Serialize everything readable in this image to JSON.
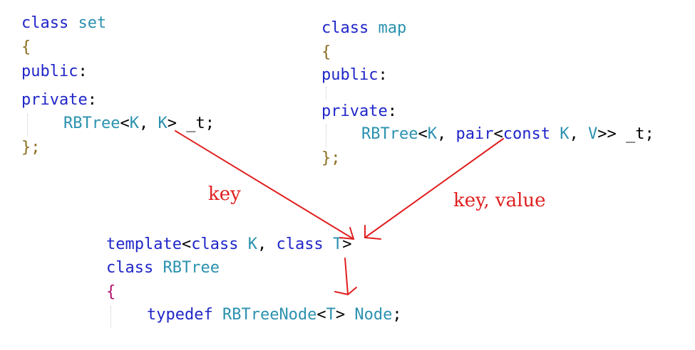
{
  "set_block": {
    "l1_kw": "class",
    "l1_name": "set",
    "l2_brace": "{",
    "l3": "public",
    "l4": "private",
    "l5_type": "RBTree",
    "l5_p1": "K",
    "l5_p2": "K",
    "l5_var": "_t;",
    "l6": "};"
  },
  "map_block": {
    "l1_kw": "class",
    "l1_name": "map",
    "l2_brace": "{",
    "l3": "public",
    "l4": "private",
    "l5_type": "RBTree",
    "l5_p1": "K",
    "l5_pair": "pair",
    "l5_const": "const",
    "l5_p2": "K",
    "l5_p3": "V",
    "l5_var": "_t;",
    "l6": "};"
  },
  "rbtree_block": {
    "l1_template": "template",
    "l1_class1": "class",
    "l1_p1": "K",
    "l1_class2": "class",
    "l1_p2": "T",
    "l2_kw": "class",
    "l2_name": "RBTree",
    "l3_brace": "{",
    "l4_kw": "typedef",
    "l4_type": "RBTreeNode",
    "l4_param": "T",
    "l4_alias": "Node"
  },
  "annotations": {
    "set_label": "key",
    "map_label": "key, value"
  },
  "colors": {
    "keyword": "#1f26c8",
    "type": "#2b91af",
    "brace": "#8a6d1e",
    "brace_magenta": "#b0106c",
    "annotation": "#e02020"
  }
}
